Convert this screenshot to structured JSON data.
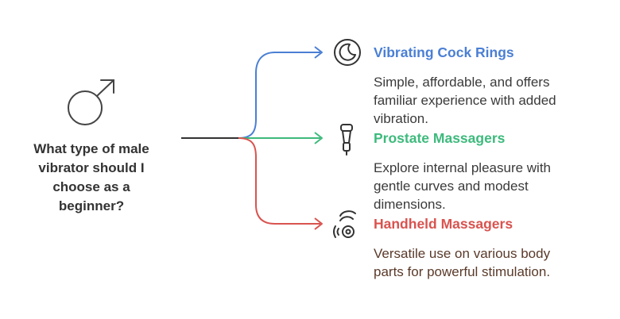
{
  "question": {
    "lines": [
      "What type of male",
      "vibrator should I",
      "choose as a",
      "beginner?"
    ]
  },
  "root_icon": "male-symbol-icon",
  "branches": [
    {
      "title": "Vibrating Cock Rings",
      "description_lines": [
        "Simple, affordable, and offers",
        "familiar experience with added",
        "vibration."
      ],
      "color": "#4a7fd4",
      "text_color": "#3a3a3a",
      "icon": "ring-icon"
    },
    {
      "title": "Prostate Massagers",
      "description_lines": [
        "Explore internal pleasure with",
        "gentle curves and modest",
        "dimensions."
      ],
      "color": "#3dba7c",
      "text_color": "#3a3a3a",
      "icon": "prostate-massager-icon"
    },
    {
      "title": "Handheld Massagers",
      "description_lines": [
        "Versatile use on various body",
        "parts for powerful stimulation."
      ],
      "color": "#d9534f",
      "text_color": "#5a3a2a",
      "icon": "handheld-massager-icon"
    }
  ]
}
